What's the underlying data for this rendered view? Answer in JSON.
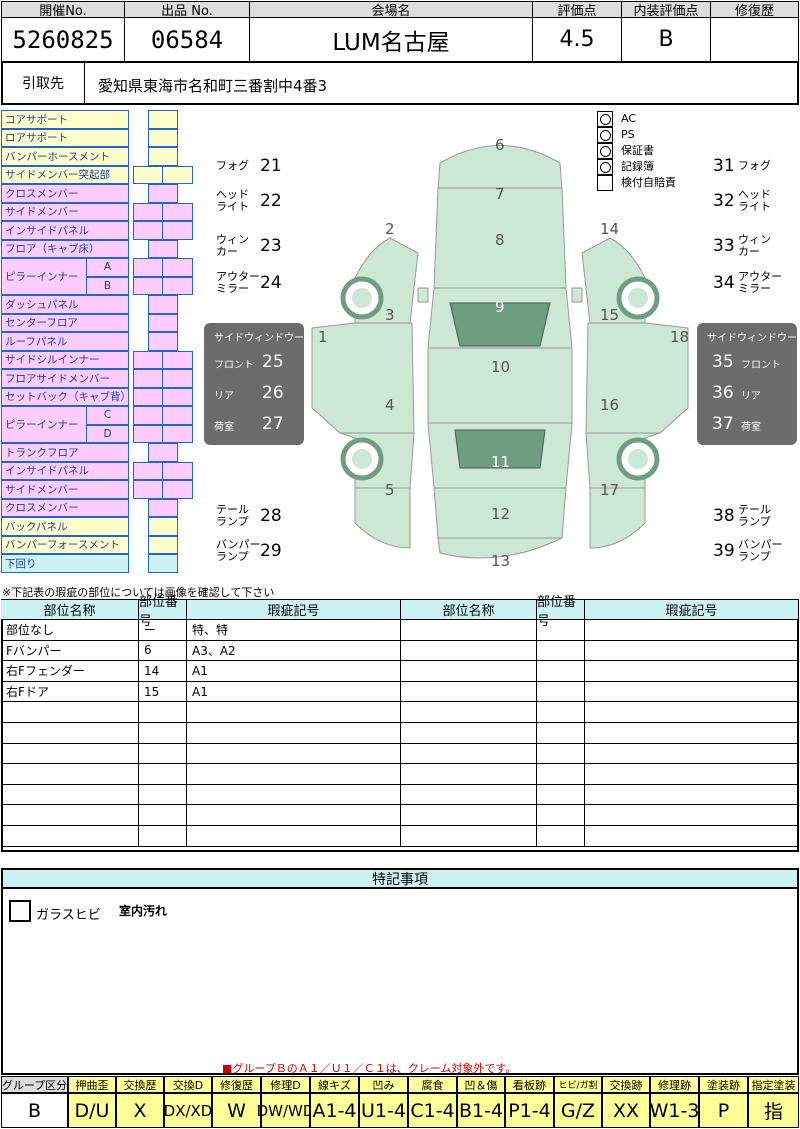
{
  "header": {
    "col_labels": [
      "開催No.",
      "出品 No.",
      "会場名",
      "評価点",
      "内装評価点",
      "修復歴"
    ],
    "values": [
      "5260825",
      "06584",
      "LUM名古屋",
      "4.5",
      "B",
      ""
    ],
    "pickup_label": "引取先",
    "pickup_address": "愛知県東海市名和町三番割中4番3"
  },
  "parts_list": [
    {
      "label": "コアサポート",
      "color": "#ffffcc",
      "boxes": 1
    },
    {
      "label": "ロアサポート",
      "color": "#ffffcc",
      "boxes": 1
    },
    {
      "label": "バンパーホースメント",
      "color": "#ffffcc",
      "boxes": 1
    },
    {
      "label": "サイドメンバー突起部",
      "color": "#ffffcc",
      "boxes": 2
    },
    {
      "label": "クロスメンバー",
      "color": "#ffccff",
      "boxes": 1
    },
    {
      "label": "サイドメンバー",
      "color": "#ffccff",
      "boxes": 2
    },
    {
      "label": "インサイドパネル",
      "color": "#ffccff",
      "boxes": 2
    },
    {
      "label": "フロア（キャブ床）",
      "color": "#ffccff",
      "boxes": 1
    },
    {
      "label": "ピラーインナー",
      "color": "#ffccff",
      "boxes": 2,
      "sub": [
        "A",
        "B"
      ]
    },
    {
      "label": "ダッシュパネル",
      "color": "#ffccff",
      "boxes": 1
    },
    {
      "label": "センターフロア",
      "color": "#ffccff",
      "boxes": 1
    },
    {
      "label": "ルーフパネル",
      "color": "#ffccff",
      "boxes": 1
    },
    {
      "label": "サイドシルインナー",
      "color": "#ffccff",
      "boxes": 2
    },
    {
      "label": "フロアサイドメンバー",
      "color": "#ffccff",
      "boxes": 2
    },
    {
      "label": "セットバック（キャブ背）",
      "color": "#ffccff",
      "boxes": 2
    },
    {
      "label": "ピラーインナー",
      "color": "#ffccff",
      "boxes": 2,
      "sub": [
        "C",
        "D"
      ]
    },
    {
      "label": "トランクフロア",
      "color": "#ffccff",
      "boxes": 1
    },
    {
      "label": "インサイドパネル",
      "color": "#ffccff",
      "boxes": 2
    },
    {
      "label": "サイドメンバー",
      "color": "#ffccff",
      "boxes": 2
    },
    {
      "label": "クロスメンバー",
      "color": "#ffccff",
      "boxes": 1
    },
    {
      "label": "バックパネル",
      "color": "#ffffcc",
      "boxes": 1
    },
    {
      "label": "バンパーフォースメント",
      "color": "#ffffcc",
      "boxes": 1
    },
    {
      "label": "下回り",
      "color": "#ccf2f2",
      "boxes": 1
    }
  ],
  "equipment": [
    "AC",
    "PS",
    "保証書",
    "記録簿",
    "検付自賠責"
  ],
  "left_items": [
    {
      "label": [
        "フォグ"
      ],
      "num": "21"
    },
    {
      "label": [
        "ヘッド",
        "ライト"
      ],
      "num": "22"
    },
    {
      "label": [
        "ウィン",
        "カー"
      ],
      "num": "23"
    },
    {
      "label": [
        "アウター",
        "ミラー"
      ],
      "num": "24"
    },
    {
      "label": [
        "テール",
        "ランプ"
      ],
      "num": "28"
    },
    {
      "label": [
        "バンパー",
        "ランプ"
      ],
      "num": "29"
    }
  ],
  "right_items": [
    {
      "label": [
        "フォグ"
      ],
      "num": "31"
    },
    {
      "label": [
        "ヘッド",
        "ライト"
      ],
      "num": "32"
    },
    {
      "label": [
        "ウィン",
        "カー"
      ],
      "num": "33"
    },
    {
      "label": [
        "アウター",
        "ミラー"
      ],
      "num": "34"
    },
    {
      "label": [
        "テール",
        "ランプ"
      ],
      "num": "38"
    },
    {
      "label": [
        "バンパー",
        "ランプ"
      ],
      "num": "39"
    }
  ],
  "side_window_left": {
    "title": "サイドウィンドウー",
    "rows": [
      {
        "label": "フロント",
        "num": "25"
      },
      {
        "label": "リア",
        "num": "26"
      },
      {
        "label": "荷室",
        "num": "27"
      }
    ]
  },
  "side_window_right": {
    "title": "サイドウィンドウー",
    "rows": [
      {
        "label": "フロント",
        "num": "35"
      },
      {
        "label": "リア",
        "num": "36"
      },
      {
        "label": "荷室",
        "num": "37"
      }
    ]
  },
  "car_numbers": [
    "1",
    "2",
    "3",
    "4",
    "5",
    "6",
    "7",
    "8",
    "9",
    "10",
    "11",
    "12",
    "13",
    "14",
    "15",
    "16",
    "17",
    "18"
  ],
  "note": "※下記表の瑕疵の部位については画像を確認して下さい",
  "damage_table": {
    "headers": [
      "部位名称",
      "部位番号",
      "瑕疵記号",
      "部位名称",
      "部位番号",
      "瑕疵記号"
    ],
    "rows": [
      [
        "部位なし",
        "ー",
        "特、特"
      ],
      [
        "Fバンパー",
        "6",
        "A3、A2"
      ],
      [
        "右Fフェンダー",
        "14",
        "A1"
      ],
      [
        "右Fドア",
        "15",
        "A1"
      ]
    ]
  },
  "remarks": {
    "title": "特記事項",
    "glass_label": "ガラスヒビ",
    "text": "室内汚れ",
    "footnote": "■グループＢのＡ１／Ｕ１／Ｃ１は、クレーム対象外です。"
  },
  "legend": {
    "labels": [
      "グループ区分",
      "押曲歪",
      "交換歴",
      "交換D",
      "修復歴",
      "修理D",
      "線キズ",
      "凹み",
      "腐食",
      "凹＆傷",
      "看板跡",
      "ヒビ/ガ割",
      "交換跡",
      "修理跡",
      "塗装跡",
      "指定塗装"
    ],
    "values": [
      "B",
      "D/U",
      "X",
      "DX/XD",
      "W",
      "DW/WD",
      "A1-4",
      "U1-4",
      "C1-4",
      "B1-4",
      "P1-4",
      "G/Z",
      "XX",
      "W1-3",
      "P",
      "指"
    ]
  },
  "colors": {
    "header_gray": "#dddddd",
    "car_green": "#cce8d4",
    "car_dark": "#6e9e80",
    "table_header": "#ccf2f2",
    "legend_yellow": "#ffff99",
    "blue_border": "#2266cc",
    "window_gray": "#6c6c6c",
    "footnote_red": "#cc0000"
  }
}
